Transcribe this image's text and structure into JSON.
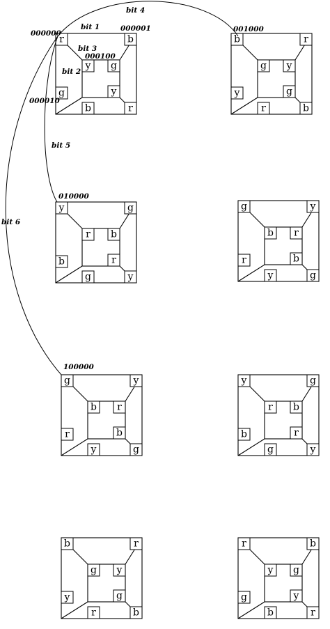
{
  "cubes": [
    {
      "name": "000000",
      "corners": [
        "r",
        "b",
        "y",
        "g",
        "g",
        "y",
        "b",
        "r"
      ]
    },
    {
      "name": "001000",
      "corners": [
        "b",
        "r",
        "g",
        "y",
        "y",
        "g",
        "r",
        "b"
      ]
    },
    {
      "name": "010000",
      "corners": [
        "y",
        "g",
        "r",
        "b",
        "b",
        "r",
        "g",
        "y"
      ]
    },
    {
      "name": "",
      "corners": [
        "g",
        "y",
        "b",
        "r",
        "r",
        "b",
        "y",
        "g"
      ]
    },
    {
      "name": "100000",
      "corners": [
        "g",
        "y",
        "b",
        "r",
        "r",
        "b",
        "y",
        "g"
      ]
    },
    {
      "name": "",
      "corners": [
        "y",
        "g",
        "r",
        "b",
        "b",
        "r",
        "g",
        "y"
      ]
    },
    {
      "name": "",
      "corners": [
        "b",
        "r",
        "g",
        "y",
        "y",
        "g",
        "r",
        "b"
      ]
    },
    {
      "name": "",
      "corners": [
        "r",
        "b",
        "y",
        "g",
        "g",
        "y",
        "b",
        "r"
      ]
    }
  ],
  "labels": {
    "cube_000001": "000001",
    "cube_000100": "000100",
    "cube_000010": "000010"
  },
  "arcs": {
    "bit1": "bit 1",
    "bit2": "bit 2",
    "bit3": "bit 3",
    "bit4": "bit 4",
    "bit5": "bit 5",
    "bit6": "bit 6"
  }
}
